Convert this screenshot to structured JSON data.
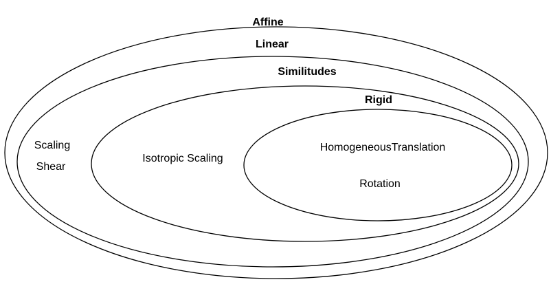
{
  "diagram": {
    "sets": {
      "affine": {
        "title": "Affine"
      },
      "linear": {
        "title": "Linear",
        "members": {
          "scaling": "Scaling",
          "shear": "Shear"
        }
      },
      "similitudes": {
        "title": "Similitudes",
        "members": {
          "isotropic_scaling": "Isotropic Scaling"
        }
      },
      "rigid": {
        "title": "Rigid",
        "members": {
          "homogeneous_translation": "HomogeneousTranslation",
          "rotation": "Rotation"
        }
      }
    },
    "colors": {
      "stroke": "#000000",
      "text": "#000000",
      "background": "#ffffff"
    }
  }
}
